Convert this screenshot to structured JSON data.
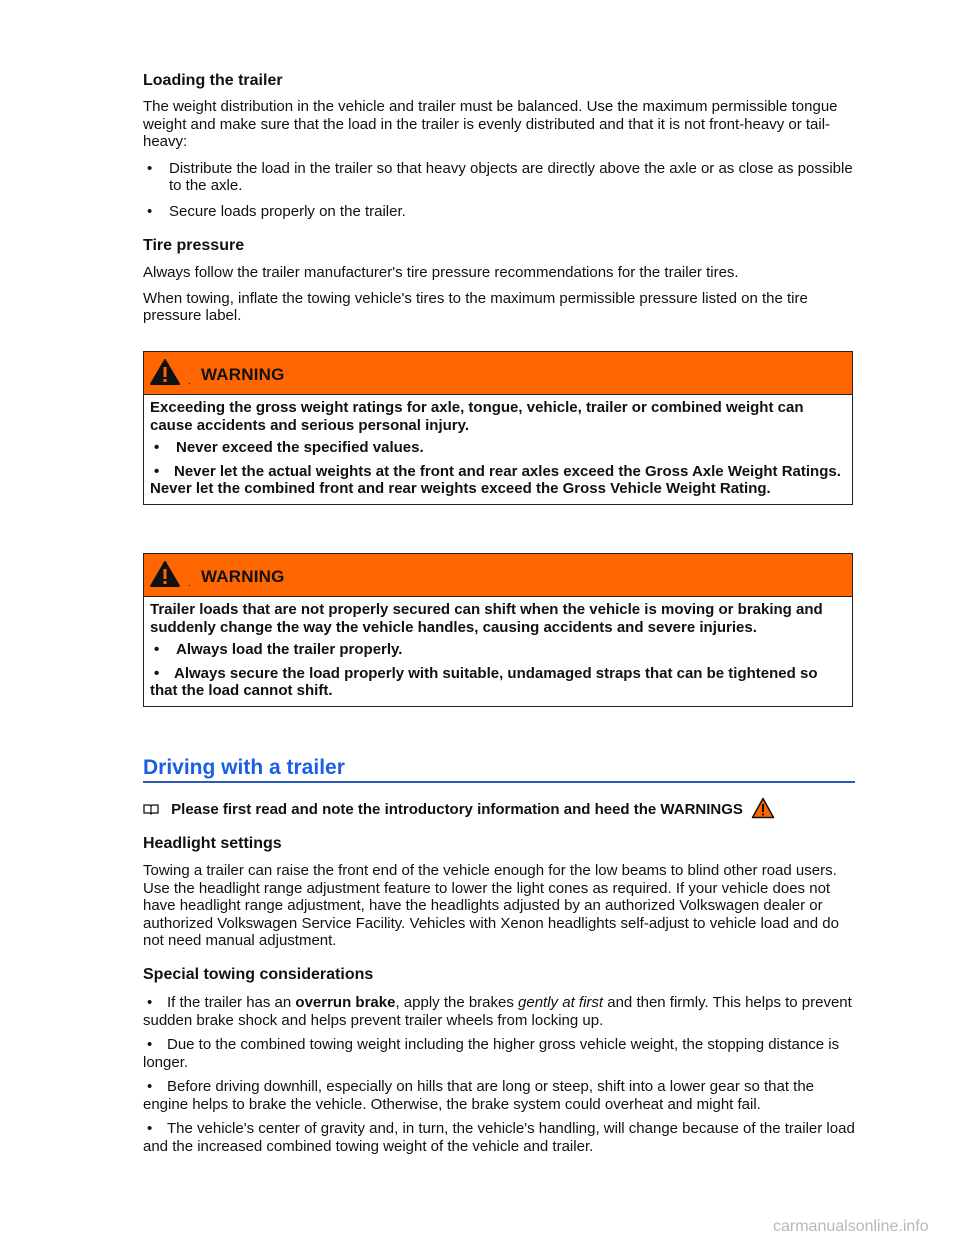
{
  "loading": {
    "title": "Loading the trailer",
    "intro": "The weight distribution in the vehicle and trailer must be balanced. Use the maximum permissible tongue weight and make sure that the load in the trailer is evenly distributed and that it is not front-heavy or tail-heavy:",
    "bullets": [
      "Distribute the load in the trailer so that heavy objects are directly above the axle or as close as possible to the axle.",
      "Secure loads properly on the trailer."
    ]
  },
  "tire": {
    "title": "Tire pressure",
    "p1": "Always follow the trailer manufacturer's tire pressure recommendations for the trailer tires.",
    "p2": "When towing, inflate the towing vehicle's tires to the maximum permissible pressure listed on the tire pressure label."
  },
  "warning1": {
    "label": "WARNING",
    "intro": "Exceeding the gross weight ratings for axle, tongue, vehicle, trailer or combined weight can cause accidents and serious personal injury.",
    "bullets": [
      "Never exceed the specified values.",
      "Never let the actual weights at the front and rear axles exceed the Gross Axle Weight Ratings. Never let the combined front and rear weights exceed the Gross Vehicle Weight Rating."
    ]
  },
  "warning2": {
    "label": "WARNING",
    "intro": "Trailer loads that are not properly secured can shift when the vehicle is moving or braking and suddenly change the way the vehicle handles, causing accidents and severe injuries.",
    "bullets": [
      "Always load the trailer properly.",
      "Always secure the load properly with suitable, undamaged straps that can be tightened so that the load cannot shift."
    ]
  },
  "driving": {
    "title": "Driving with a trailer",
    "note": "Please first read and note the introductory information and heed the WARNINGS",
    "accent_color": "#1a5fe6",
    "headlight_title": "Headlight settings",
    "headlight_text": "Towing a trailer can raise the front end of the vehicle enough for the low beams to blind other road users. Use the headlight range adjustment feature to lower the light cones as required. If your vehicle does not have headlight range adjustment, have the headlights adjusted by an authorized Volkswagen dealer or authorized Volkswagen Service Facility. Vehicles with Xenon headlights self-adjust to vehicle load and do not need manual adjustment.",
    "special_title": "Special towing considerations",
    "b1_pre": "If the trailer has an ",
    "b1_bold": "overrun brake",
    "b1_mid": ", apply the brakes ",
    "b1_italic": "gently at first",
    "b1_post": " and then firmly. This helps to prevent sudden brake shock and helps prevent trailer wheels from locking up.",
    "b2": "Due to the combined towing weight including the higher gross vehicle weight, the stopping distance is longer.",
    "b3": "Before driving downhill, especially on hills that are long or steep, shift into a lower gear so that the engine helps to brake the vehicle. Otherwise, the brake system could overheat and might fail.",
    "b4": "The vehicle's center of gravity and, in turn, the vehicle's handling, will change because of the trailer load and the increased combined towing weight of the vehicle and trailer."
  },
  "warning_color": "#ff6600",
  "watermark": "carmanualsonline.info"
}
